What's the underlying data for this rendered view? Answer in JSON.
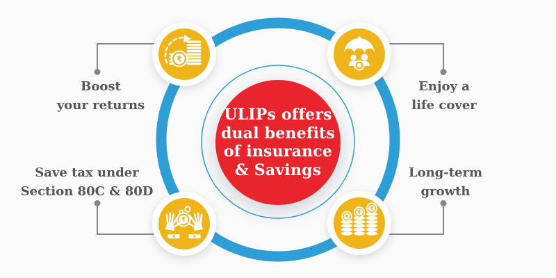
{
  "colors": {
    "ring_blue": "#2E9FD6",
    "center_red": "#E8242D",
    "icon_yellow": "#F0B41B",
    "label_gray": "#55565A",
    "connector_gray": "#85878A",
    "background": "#FAFAFB",
    "icon_glyph_white": "#FFFFFF"
  },
  "center": {
    "lines": [
      "ULIPs offers",
      "dual benefits",
      "of insurance",
      "& Savings"
    ]
  },
  "currency_symbol": "₹",
  "items": [
    {
      "position": "top-left",
      "icon": "coins-growth-icon",
      "label_lines": [
        "Boost",
        "your returns"
      ]
    },
    {
      "position": "top-right",
      "icon": "umbrella-family-icon",
      "label_lines": [
        "Enjoy a",
        "life cover"
      ]
    },
    {
      "position": "bottom-left",
      "icon": "hands-coins-icon",
      "label_lines": [
        "Save tax under",
        "Section 80C & 80D"
      ]
    },
    {
      "position": "bottom-right",
      "icon": "coin-stacks-icon",
      "label_lines": [
        "Long-term",
        "growth"
      ]
    }
  ]
}
